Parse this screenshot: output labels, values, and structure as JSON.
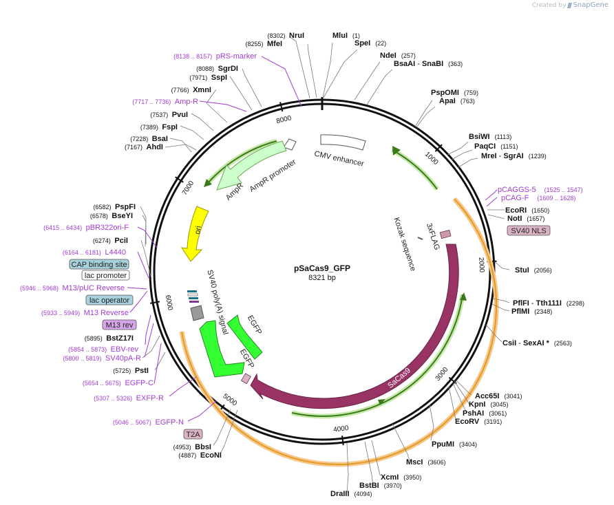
{
  "watermark": {
    "prefix": "Created by",
    "brand": "SnapGene"
  },
  "plasmid": {
    "name": "pSaCas9_GFP",
    "length_label": "8321 bp",
    "length": 8321
  },
  "ticks": [
    {
      "pos": 1000,
      "label": "1000"
    },
    {
      "pos": 2000,
      "label": "2000"
    },
    {
      "pos": 3000,
      "label": "3000"
    },
    {
      "pos": 4000,
      "label": "4000"
    },
    {
      "pos": 5000,
      "label": "5000"
    },
    {
      "pos": 6000,
      "label": "6000"
    },
    {
      "pos": 7000,
      "label": "7000"
    },
    {
      "pos": 8000,
      "label": "8000"
    }
  ],
  "features": [
    {
      "name": "CMV enhancer",
      "color": "#ffffff",
      "stroke": "#555555"
    },
    {
      "name": "AmpR promoter",
      "color": "#ffffff",
      "stroke": "#555555"
    },
    {
      "name": "AmpR",
      "color": "#ccffcc",
      "stroke": "#6aa84f"
    },
    {
      "name": "ori",
      "color": "#ffff00",
      "stroke": "#999900"
    },
    {
      "name": "SV40 poly(A) signal",
      "color": "#999999",
      "stroke": "#555555"
    },
    {
      "name": "EGFP",
      "color": "#33ff33",
      "stroke": "#228822"
    },
    {
      "name": "EGFP",
      "color": "#33ff33",
      "stroke": "#228822"
    },
    {
      "name": "SaCas9",
      "color": "#993366",
      "stroke": "#662244"
    },
    {
      "name": "Kozak sequence",
      "color": "#555555",
      "stroke": "#555555"
    },
    {
      "name": "3xFLAG",
      "color": "#cc99aa",
      "stroke": "#663355"
    }
  ],
  "enzymes": [
    {
      "name": "MluI",
      "coord": "(1)"
    },
    {
      "name": "SpeI",
      "coord": "(22)"
    },
    {
      "name": "NdeI",
      "coord": "(257)"
    },
    {
      "name": "BsaAI - SnaBI",
      "coord": "(363)"
    },
    {
      "name": "PspOMI",
      "coord": "(759)"
    },
    {
      "name": "ApaI",
      "coord": "(763)"
    },
    {
      "name": "BsiWI",
      "coord": "(1113)"
    },
    {
      "name": "PaqCI",
      "coord": "(1151)"
    },
    {
      "name": "MreI - SgrAI",
      "coord": "(1239)"
    },
    {
      "name": "EcoRI",
      "coord": "(1650)"
    },
    {
      "name": "NotI",
      "coord": "(1657)"
    },
    {
      "name": "StuI",
      "coord": "(2056)"
    },
    {
      "name": "PflFI - Tth111I",
      "coord": "(2298)"
    },
    {
      "name": "PflMI",
      "coord": "(2348)"
    },
    {
      "name": "CsiI - SexAI *",
      "coord": "(2563)"
    },
    {
      "name": "Acc65I",
      "coord": "(3041)"
    },
    {
      "name": "KpnI",
      "coord": "(3045)"
    },
    {
      "name": "PshAI",
      "coord": "(3061)"
    },
    {
      "name": "EcoRV",
      "coord": "(3191)"
    },
    {
      "name": "PpuMI",
      "coord": "(3404)"
    },
    {
      "name": "MscI",
      "coord": "(3606)"
    },
    {
      "name": "XcmI",
      "coord": "(3950)"
    },
    {
      "name": "BstBI",
      "coord": "(3970)"
    },
    {
      "name": "DraIII",
      "coord": "(4094)"
    },
    {
      "name": "EcoNI",
      "coord": "(4887)"
    },
    {
      "name": "BbsI",
      "coord": "(4953)"
    },
    {
      "name": "PstI",
      "coord": "(5725)"
    },
    {
      "name": "BstZ17I",
      "coord": "(5895)"
    },
    {
      "name": "PciI",
      "coord": "(6274)"
    },
    {
      "name": "BseYI",
      "coord": "(6578)"
    },
    {
      "name": "PspFI",
      "coord": "(6582)"
    },
    {
      "name": "AhdI",
      "coord": "(7167)"
    },
    {
      "name": "BsaI",
      "coord": "(7228)"
    },
    {
      "name": "FspI",
      "coord": "(7389)"
    },
    {
      "name": "PvuI",
      "coord": "(7537)"
    },
    {
      "name": "XmnI",
      "coord": "(7766)"
    },
    {
      "name": "SspI",
      "coord": "(7971)"
    },
    {
      "name": "SgrDI",
      "coord": "(8088)"
    },
    {
      "name": "MfeI",
      "coord": "(8255)"
    },
    {
      "name": "NruI",
      "coord": "(8302)"
    }
  ],
  "primers": [
    {
      "name": "pRS-marker",
      "coord": "(8138 .. 8157)"
    },
    {
      "name": "Amp-R",
      "coord": "(7717 .. 7736)"
    },
    {
      "name": "pBR322ori-F",
      "coord": "(6415 .. 6434)"
    },
    {
      "name": "L4440",
      "coord": "(6164 .. 6181)"
    },
    {
      "name": "M13/pUC Reverse",
      "coord": "(5946 .. 5968)"
    },
    {
      "name": "M13 Reverse",
      "coord": "(5933 .. 5949)"
    },
    {
      "name": "EBV-rev",
      "coord": "(5854 .. 5873)"
    },
    {
      "name": "SV40pA-R",
      "coord": "(5800 .. 5819)"
    },
    {
      "name": "EGFP-C",
      "coord": "(5654 .. 5675)"
    },
    {
      "name": "EXFP-R",
      "coord": "(5307 .. 5326)"
    },
    {
      "name": "EGFP-N",
      "coord": "(5046 .. 5067)"
    },
    {
      "name": "pCAGGS-5",
      "coord": "(1525 .. 1547)"
    },
    {
      "name": "pCAG-F",
      "coord": "(1609 .. 1628)"
    }
  ],
  "boxed_labels": [
    {
      "name": "CAP binding site",
      "color": "#a7d2dc"
    },
    {
      "name": "lac promoter",
      "color": "#ffffff"
    },
    {
      "name": "lac operator",
      "color": "#a7d2dc"
    },
    {
      "name": "M13 rev",
      "color": "#d7a6ea"
    },
    {
      "name": "SV40 NLS",
      "color": "#d9b2c4"
    },
    {
      "name": "T2A",
      "color": "#d9b2c4"
    }
  ]
}
